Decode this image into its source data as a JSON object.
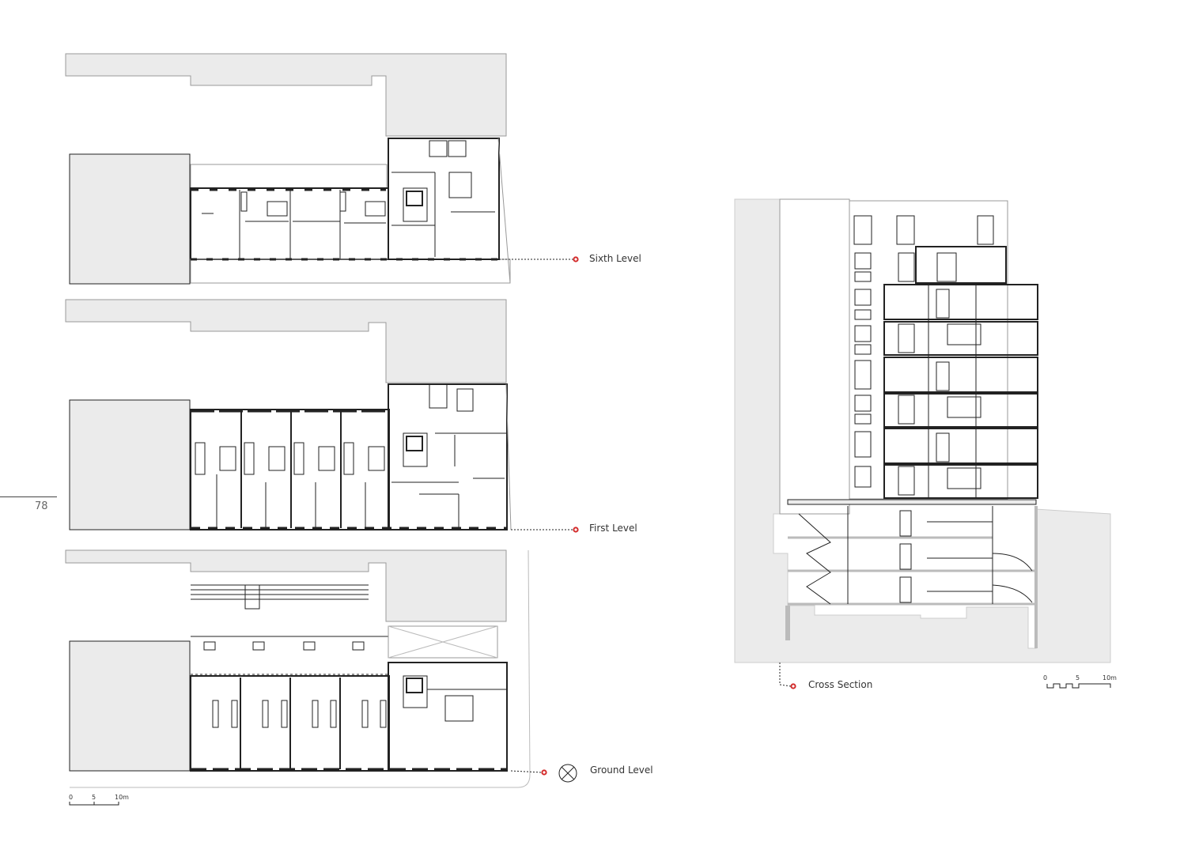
{
  "page": {
    "number": "78"
  },
  "plans": [
    {
      "id": "sixth",
      "label": "Sixth Level"
    },
    {
      "id": "first",
      "label": "First Level"
    },
    {
      "id": "ground",
      "label": "Ground Level"
    }
  ],
  "section": {
    "label": "Cross Section"
  },
  "scale_bars": [
    {
      "ticks": [
        "0",
        "5",
        "10m"
      ]
    },
    {
      "ticks": [
        "0",
        "5",
        "10m"
      ]
    }
  ],
  "colors": {
    "poche": "#ebebeb",
    "line": "#222222",
    "marker": "#d42a2a"
  },
  "icons": {
    "north": "north-arrow-icon",
    "marker": "section-marker-icon"
  }
}
